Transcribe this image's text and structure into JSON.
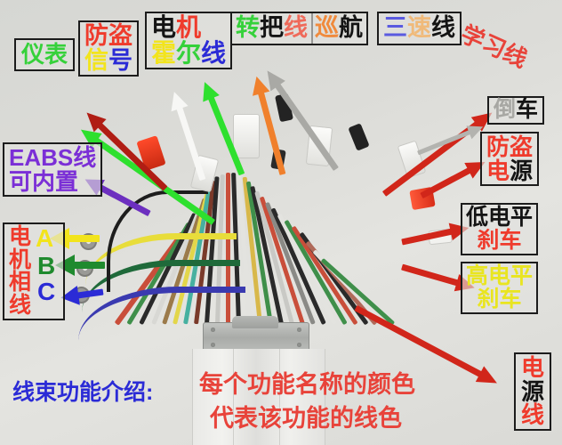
{
  "meta": {
    "subject": "电动车控制器线束功能图",
    "background_color": "#dcdcd8"
  },
  "labels": [
    {
      "id": "yibiao",
      "text": "仪表",
      "lines": [
        [
          {
            "t": "仪",
            "c": "#35d13a"
          },
          {
            "t": "表",
            "c": "#35d13a"
          }
        ]
      ]
    },
    {
      "id": "fangdao-xinhao",
      "text": "防盗信号",
      "lines": [
        [
          {
            "t": "防",
            "c": "#ef3b2c"
          },
          {
            "t": "盗",
            "c": "#ef3b2c"
          }
        ],
        [
          {
            "t": "信",
            "c": "#f2e41c"
          },
          {
            "t": "号",
            "c": "#2b2bd6"
          }
        ]
      ]
    },
    {
      "id": "dianji-huoer-xian",
      "text": "电机霍尔线",
      "lines": [
        [
          {
            "t": "电",
            "c": "#141414"
          },
          {
            "t": "机",
            "c": "#ef3b2c"
          }
        ],
        [
          {
            "t": "霍",
            "c": "#f2e41c"
          },
          {
            "t": "尔",
            "c": "#35d13a"
          },
          {
            "t": "线",
            "c": "#2b2bd6"
          }
        ]
      ]
    },
    {
      "id": "zhuanba-xian",
      "text": "转把线",
      "lines": [
        [
          {
            "t": "转",
            "c": "#35d13a"
          },
          {
            "t": "把",
            "c": "#141414"
          },
          {
            "t": "线",
            "c": "#ef6a5a"
          }
        ]
      ]
    },
    {
      "id": "xunhang",
      "text": "巡航",
      "lines": [
        [
          {
            "t": "巡",
            "c": "#f08a3c"
          },
          {
            "t": "航",
            "c": "#141414"
          }
        ]
      ]
    },
    {
      "id": "sansu-xian",
      "text": "三速线",
      "lines": [
        [
          {
            "t": "三",
            "c": "#5a5ae0"
          },
          {
            "t": "速",
            "c": "#f0ba7a"
          },
          {
            "t": "线",
            "c": "#141414"
          }
        ]
      ]
    },
    {
      "id": "xuexi-xian",
      "text": "学习线",
      "lines": [
        [
          {
            "t": "学",
            "c": "#e8433a"
          },
          {
            "t": "习",
            "c": "#e8433a"
          },
          {
            "t": "线",
            "c": "#e8433a"
          }
        ]
      ]
    },
    {
      "id": "daoche",
      "text": "倒车",
      "lines": [
        [
          {
            "t": "倒",
            "c": "#a7a7a3"
          },
          {
            "t": "车",
            "c": "#141414"
          }
        ]
      ]
    },
    {
      "id": "fangdao-dianyuan",
      "text": "防盗电源",
      "lines": [
        [
          {
            "t": "防",
            "c": "#ef3b2c"
          },
          {
            "t": "盗",
            "c": "#ef3b2c"
          }
        ],
        [
          {
            "t": "电",
            "c": "#ef3b2c"
          },
          {
            "t": "源",
            "c": "#141414"
          }
        ]
      ]
    },
    {
      "id": "didianping-shache",
      "text": "低电平刹车",
      "lines": [
        [
          {
            "t": "低",
            "c": "#141414"
          },
          {
            "t": "电",
            "c": "#141414"
          },
          {
            "t": "平",
            "c": "#141414"
          }
        ],
        [
          {
            "t": "刹",
            "c": "#ef3b2c"
          },
          {
            "t": "车",
            "c": "#ef3b2c"
          }
        ]
      ]
    },
    {
      "id": "gaodianping-shache",
      "text": "高电平刹车",
      "lines": [
        [
          {
            "t": "高",
            "c": "#e9e520"
          },
          {
            "t": "电",
            "c": "#e9e520"
          },
          {
            "t": "平",
            "c": "#e9e520"
          }
        ],
        [
          {
            "t": "刹",
            "c": "#e9e520"
          },
          {
            "t": "车",
            "c": "#e9e520"
          }
        ]
      ]
    },
    {
      "id": "dianyuan-xian",
      "text": "电源线",
      "lines": [
        [
          {
            "t": "电",
            "c": "#ef3b2c"
          }
        ],
        [
          {
            "t": "源",
            "c": "#141414"
          }
        ],
        [
          {
            "t": "线",
            "c": "#ef3b2c"
          }
        ]
      ]
    },
    {
      "id": "eabs-xian",
      "text": "EABS线可内置",
      "lines": [
        [
          {
            "t": "EABS线",
            "c": "#7b2fd6"
          }
        ],
        [
          {
            "t": "可内置",
            "c": "#7b2fd6"
          }
        ]
      ]
    },
    {
      "id": "dianji-xiang-xian",
      "text": "电机相线",
      "lines": [
        [
          {
            "t": "电",
            "c": "#ef3b2c"
          }
        ],
        [
          {
            "t": "机",
            "c": "#ef3b2c"
          }
        ],
        [
          {
            "t": "相",
            "c": "#ef3b2c"
          }
        ],
        [
          {
            "t": "线",
            "c": "#ef3b2c"
          }
        ]
      ]
    }
  ],
  "phase_markers": [
    {
      "id": "phase-a",
      "text": "A",
      "color": "#f2e41c"
    },
    {
      "id": "phase-b",
      "text": "B",
      "color": "#1f8a2e"
    },
    {
      "id": "phase-c",
      "text": "C",
      "color": "#2b2bd6"
    }
  ],
  "bottom": {
    "intro_label": "线束功能介绍:",
    "intro_color": "#2b2bd6",
    "note_line1": "每个功能名称的颜色",
    "note_line2": "代表该功能的线色",
    "note_color": "#e8433a"
  },
  "arrow_colors": {
    "green": "#2ee02e",
    "dark_red": "#b01d14",
    "white": "#f7f7f5",
    "orange": "#f0802c",
    "gray": "#a9a9a5",
    "red": "#d1261a",
    "yellow": "#f2e41c",
    "blue": "#2b2bd6",
    "purple": "#6c2fbf"
  }
}
